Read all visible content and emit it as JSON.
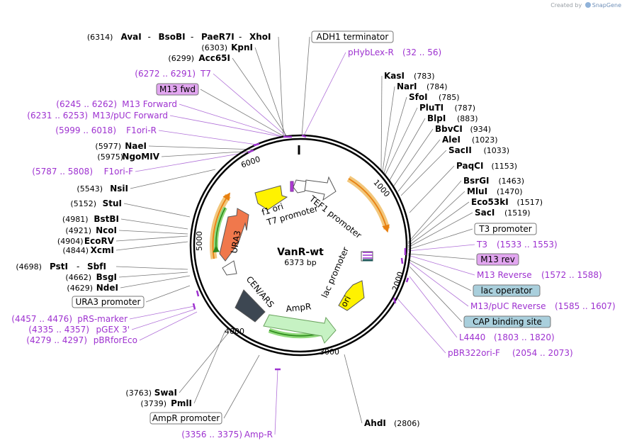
{
  "credit": {
    "prefix": "Created by",
    "brand": "SnapGene"
  },
  "center": {
    "name": "VanR-wt",
    "size": "6373 bp"
  },
  "ticks": [
    "1000",
    "2000",
    "3000",
    "4000",
    "5000",
    "6000"
  ],
  "features": [
    "f1 ori",
    "T7 promoter",
    "TEF1 promoter",
    "lac promoter",
    "ori",
    "AmpR",
    "CEN/ARS",
    "URA3"
  ],
  "left_labels": [
    {
      "type": "enzyme-group",
      "pos": "(6314)",
      "names": [
        "AvaI",
        "BsoBI",
        "PaeR7I",
        "XhoI"
      ]
    },
    {
      "type": "enzyme",
      "pos": "(6303)",
      "name": "KpnI"
    },
    {
      "type": "enzyme",
      "pos": "(6299)",
      "name": "Acc65I"
    },
    {
      "type": "primer",
      "pos": "(6272 .. 6291)",
      "name": "T7"
    },
    {
      "type": "boxfeat",
      "name": "M13 fwd"
    },
    {
      "type": "primer",
      "pos": "(6245 .. 6262)",
      "name": "M13 Forward"
    },
    {
      "type": "primer",
      "pos": "(6231 .. 6253)",
      "name": "M13/pUC Forward"
    },
    {
      "type": "primer",
      "pos": "(5999 .. 6018)",
      "name": "F1ori-R"
    },
    {
      "type": "enzyme",
      "pos": "(5977)",
      "name": "NaeI"
    },
    {
      "type": "enzyme",
      "pos": "(5975)",
      "name": "NgoMIV"
    },
    {
      "type": "primer",
      "pos": "(5787 .. 5808)",
      "name": "F1ori-F"
    },
    {
      "type": "enzyme",
      "pos": "(5543)",
      "name": "NsiI"
    },
    {
      "type": "enzyme",
      "pos": "(5152)",
      "name": "StuI"
    },
    {
      "type": "enzyme",
      "pos": "(4981)",
      "name": "BstBI"
    },
    {
      "type": "enzyme",
      "pos": "(4921)",
      "name": "NcoI"
    },
    {
      "type": "enzyme",
      "pos": "(4904)",
      "name": "EcoRV"
    },
    {
      "type": "enzyme",
      "pos": "(4844)",
      "name": "XcmI"
    },
    {
      "type": "enzyme-group",
      "pos": "(4698)",
      "names": [
        "PstI",
        "SbfI"
      ]
    },
    {
      "type": "enzyme",
      "pos": "(4662)",
      "name": "BsgI"
    },
    {
      "type": "enzyme",
      "pos": "(4629)",
      "name": "NdeI"
    },
    {
      "type": "box",
      "name": "URA3 promoter"
    },
    {
      "type": "primer",
      "pos": "(4457 .. 4476)",
      "name": "pRS-marker"
    },
    {
      "type": "primer",
      "pos": "(4335 .. 4357)",
      "name": "pGEX 3'"
    },
    {
      "type": "primer",
      "pos": "(4279 .. 4297)",
      "name": "pBRforEco"
    },
    {
      "type": "enzyme",
      "pos": "(3763)",
      "name": "SwaI"
    },
    {
      "type": "enzyme",
      "pos": "(3739)",
      "name": "PmlI"
    },
    {
      "type": "box",
      "name": "AmpR promoter"
    },
    {
      "type": "primer",
      "pos": "(3356 .. 3375)",
      "name": "Amp-R"
    }
  ],
  "right_labels": [
    {
      "type": "box",
      "name": "ADH1 terminator"
    },
    {
      "type": "primer",
      "pos": "(32 .. 56)",
      "name": "pHybLex-R"
    },
    {
      "type": "enzyme",
      "pos": "(783)",
      "name": "KasI"
    },
    {
      "type": "enzyme",
      "pos": "(784)",
      "name": "NarI"
    },
    {
      "type": "enzyme",
      "pos": "(785)",
      "name": "SfoI"
    },
    {
      "type": "enzyme",
      "pos": "(787)",
      "name": "PluTI"
    },
    {
      "type": "enzyme",
      "pos": "(883)",
      "name": "BlpI"
    },
    {
      "type": "enzyme",
      "pos": "(934)",
      "name": "BbvCI"
    },
    {
      "type": "enzyme",
      "pos": "(1023)",
      "name": "AleI"
    },
    {
      "type": "enzyme",
      "pos": "(1033)",
      "name": "SacII"
    },
    {
      "type": "enzyme",
      "pos": "(1153)",
      "name": "PaqCI"
    },
    {
      "type": "enzyme",
      "pos": "(1463)",
      "name": "BsrGI"
    },
    {
      "type": "enzyme",
      "pos": "(1470)",
      "name": "MluI"
    },
    {
      "type": "enzyme",
      "pos": "(1517)",
      "name": "Eco53kI"
    },
    {
      "type": "enzyme",
      "pos": "(1519)",
      "name": "SacI"
    },
    {
      "type": "box",
      "name": "T3 promoter"
    },
    {
      "type": "primer",
      "pos": "(1533 .. 1553)",
      "name": "T3"
    },
    {
      "type": "boxfeat",
      "name": "M13 rev"
    },
    {
      "type": "primer",
      "pos": "(1572 .. 1588)",
      "name": "M13 Reverse"
    },
    {
      "type": "boxblue",
      "name": "lac operator"
    },
    {
      "type": "primer",
      "pos": "(1585 .. 1607)",
      "name": "M13/pUC Reverse"
    },
    {
      "type": "boxblue",
      "name": "CAP binding site"
    },
    {
      "type": "primer",
      "pos": "(1803 .. 1820)",
      "name": "L4440"
    },
    {
      "type": "primer",
      "pos": "(2054 .. 2073)",
      "name": "pBR322ori-F"
    },
    {
      "type": "enzyme",
      "pos": "(2806)",
      "name": "AhdI"
    }
  ]
}
